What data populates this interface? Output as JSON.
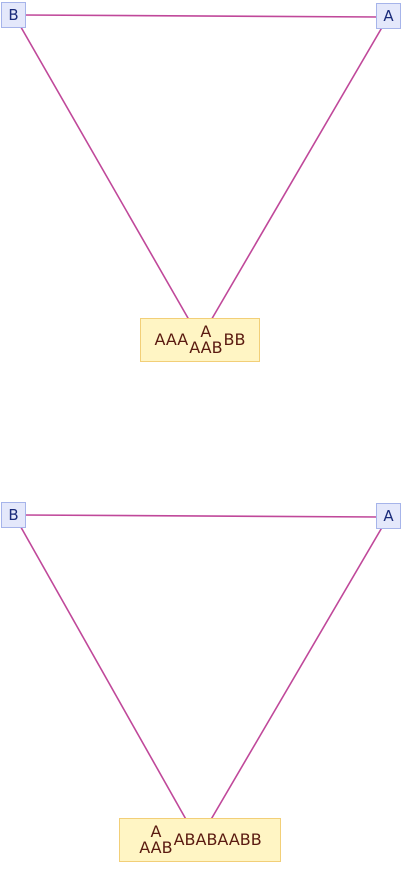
{
  "diagrams": [
    {
      "node_left": "B",
      "node_right": "A",
      "node_bottom": {
        "pre": "AAA",
        "top": "A",
        "bottom": "AAB",
        "post": "BB"
      }
    },
    {
      "node_left": "B",
      "node_right": "A",
      "node_bottom": {
        "pre": "",
        "top": "A",
        "bottom": "AAB",
        "post": "ABABAABB"
      }
    }
  ],
  "colors": {
    "edge": "#c0489a",
    "small_fill": "#e4e8fb",
    "small_border": "#a6b4ea",
    "big_fill": "#fff5c4",
    "big_border": "#f2cf78"
  }
}
